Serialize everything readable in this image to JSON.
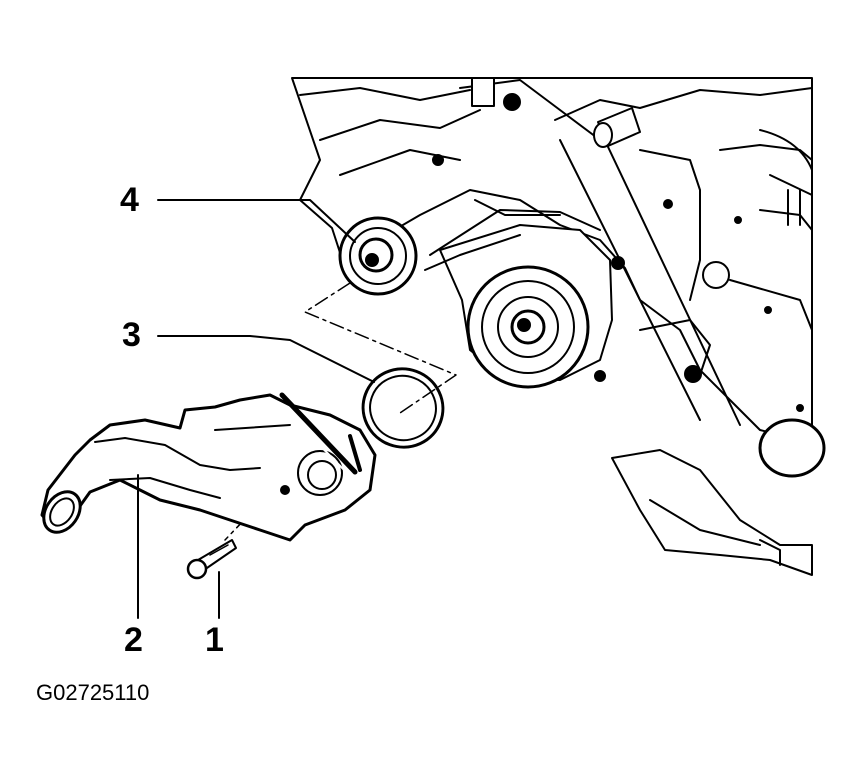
{
  "callouts": {
    "c1": "1",
    "c2": "2",
    "c3": "3",
    "c4": "4"
  },
  "figure_id": "G02725110"
}
